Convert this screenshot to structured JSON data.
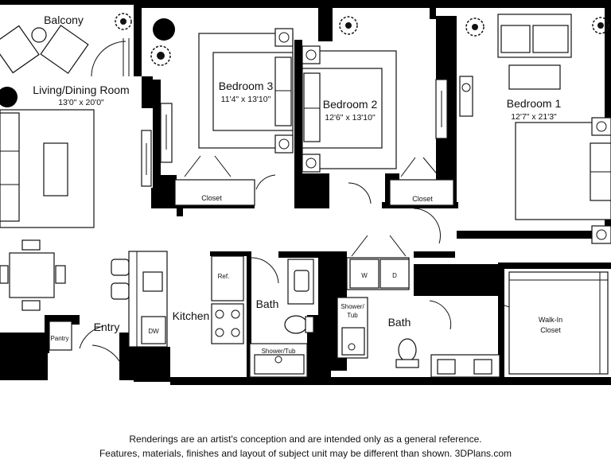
{
  "rooms": {
    "balcony": {
      "name": "Balcony"
    },
    "living_dining": {
      "name": "Living/Dining Room",
      "dims": "13'0\" x 20'0\""
    },
    "bedroom3": {
      "name": "Bedroom 3",
      "dims": "11'4\" x 13'10\""
    },
    "bedroom2": {
      "name": "Bedroom 2",
      "dims": "12'6\" x 13'10\""
    },
    "bedroom1": {
      "name": "Bedroom 1",
      "dims": "12'7\" x 21'3\""
    },
    "kitchen": {
      "name": "Kitchen"
    },
    "entry": {
      "name": "Entry"
    },
    "bath_a": {
      "name": "Bath"
    },
    "bath_b": {
      "name": "Bath"
    },
    "walk_in_closet": {
      "name_line1": "Walk-In",
      "name_line2": "Closet"
    }
  },
  "fixtures": {
    "closet_a": "Closet",
    "closet_b": "Closet",
    "refrigerator": "Ref.",
    "dishwasher": "DW",
    "pantry": "Pantry",
    "washer": "W",
    "dryer": "D",
    "shower_tub_a": "Shower/Tub",
    "shower_tub_b_line1": "Shower/",
    "shower_tub_b_line2": "Tub"
  },
  "disclaimer": {
    "line1": "Renderings are an artist's conception and are intended only as a general reference.",
    "line2": "Features, materials, finishes and layout of subject unit may be different than shown. 3DPlans.com"
  }
}
